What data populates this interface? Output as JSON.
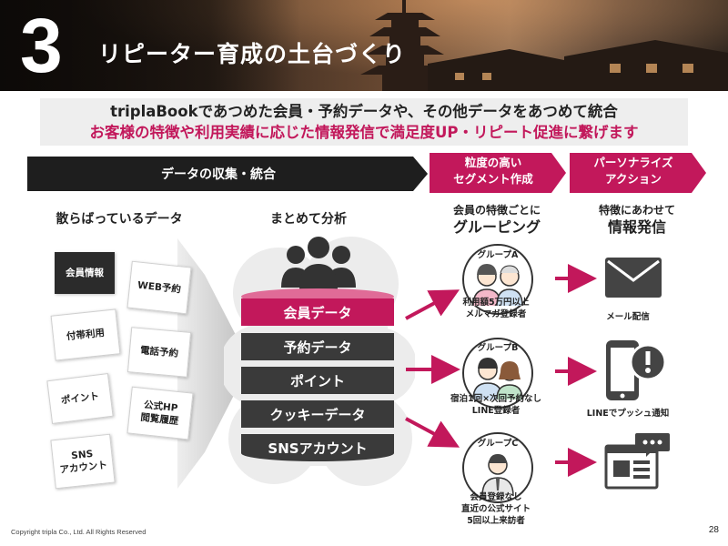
{
  "header": {
    "number": "3",
    "title": "リピーター育成の土台づくり"
  },
  "subtitle": {
    "line1": "triplaBookであつめた会員・予約データや、その他データをあつめて統合",
    "line2": "お客様の特徴や利用実績に応じた情報発信で満足度UP・リピート促進に繋げます"
  },
  "steps": {
    "collect": "データの収集・統合",
    "segment": [
      "粒度の高い",
      "セグメント作成"
    ],
    "action": [
      "パーソナライズ",
      "アクション"
    ]
  },
  "columns": {
    "scattered": "散らばっているデータ",
    "combine": "まとめて分析",
    "group_small": "会員の特徴ごとに",
    "group_big": "グルーピング",
    "action_small": "特徴にあわせて",
    "action_big": "情報発信"
  },
  "scattered_cards": [
    {
      "label": "会員情報"
    },
    {
      "label": "WEB予約"
    },
    {
      "label": "付帯利用"
    },
    {
      "label": "電話予約"
    },
    {
      "label": "ポイント"
    },
    {
      "label": "公式HP\n閲覧履歴"
    },
    {
      "label": "SNS\nアカウント"
    }
  ],
  "database_layers": [
    {
      "label": "会員データ",
      "color": "#c2185b"
    },
    {
      "label": "予約データ",
      "color": "#3a3a3a"
    },
    {
      "label": "ポイント",
      "color": "#3a3a3a"
    },
    {
      "label": "クッキーデータ",
      "color": "#3a3a3a"
    },
    {
      "label": "SNSアカウント",
      "color": "#3a3a3a"
    }
  ],
  "groups": [
    {
      "name": "グループA",
      "desc": [
        "利用額5万円以上",
        "メルマガ登録者"
      ]
    },
    {
      "name": "グループB",
      "desc": [
        "宿泊1回×次回予約なし",
        "LINE登録者"
      ]
    },
    {
      "name": "グループC",
      "desc": [
        "会員登録なし",
        "直近の公式サイト",
        "5回以上来訪者"
      ]
    }
  ],
  "actions": [
    {
      "label": "メール配信",
      "icon": "mail-icon"
    },
    {
      "label": "LINEでプッシュ通知",
      "icon": "smartphone-alert-icon"
    },
    {
      "label": "",
      "icon": "web-chat-icon"
    }
  ],
  "footer": {
    "copyright": "Copyright tripla Co., Ltd. All Rights Reserved",
    "page": "28"
  },
  "colors": {
    "accent": "#c2185b",
    "dark": "#1e1e1e",
    "layer": "#3a3a3a"
  }
}
